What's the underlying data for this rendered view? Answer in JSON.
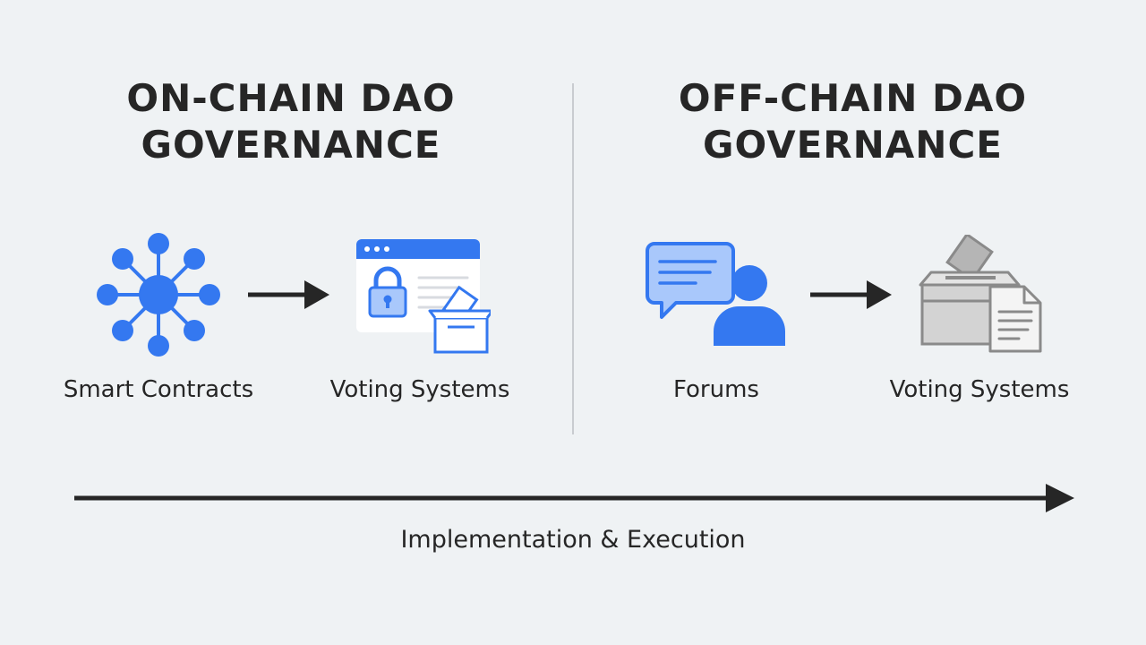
{
  "on_chain": {
    "title_line1": "ON-CHAIN DAO",
    "title_line2": "GOVERNANCE",
    "items": [
      {
        "label": "Smart Contracts",
        "icon": "network-nodes-icon"
      },
      {
        "label": "Voting Systems",
        "icon": "secure-ballot-window-icon"
      }
    ]
  },
  "off_chain": {
    "title_line1": "OFF-CHAIN DAO",
    "title_line2": "GOVERNANCE",
    "items": [
      {
        "label": "Forums",
        "icon": "chat-user-icon"
      },
      {
        "label": "Voting Systems",
        "icon": "ballot-box-document-icon"
      }
    ]
  },
  "timeline": {
    "label": "Implementation & Execution"
  },
  "colors": {
    "background": "#eff2f4",
    "accent_blue": "#3478f0",
    "light_blue": "#a9c8fb",
    "gray_icon": "#8a8a8a",
    "arrow": "#262626"
  }
}
